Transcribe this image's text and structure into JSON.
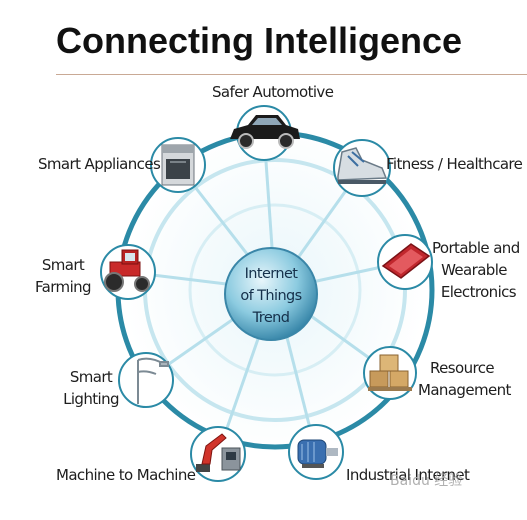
{
  "title": "Connecting Intelligence",
  "center": {
    "lines": [
      "Internet",
      "of Things",
      "Trend"
    ]
  },
  "nodes": [
    {
      "id": "automotive",
      "label": "Safer Automotive",
      "icon": "car-icon"
    },
    {
      "id": "fitness",
      "label": "Fitness / Healthcare",
      "icon": "sneaker-icon"
    },
    {
      "id": "wearable",
      "lines": [
        "Portable and",
        "Wearable",
        "Electronics"
      ],
      "icon": "tablet-icon"
    },
    {
      "id": "resource",
      "lines": [
        "Resource",
        "Management"
      ],
      "icon": "boxes-icon"
    },
    {
      "id": "industrial",
      "label": "Industrial Internet",
      "icon": "motor-icon"
    },
    {
      "id": "m2m",
      "label": "Machine to Machine",
      "icon": "robot-arm-icon"
    },
    {
      "id": "lighting",
      "lines": [
        "Smart",
        "Lighting"
      ],
      "icon": "street-lamp-icon"
    },
    {
      "id": "farming",
      "lines": [
        "Smart",
        "Farming"
      ],
      "icon": "tractor-icon"
    },
    {
      "id": "appliances",
      "label": "Smart Appliances",
      "icon": "stove-icon"
    }
  ],
  "watermark": "Baidu 经验",
  "colors": {
    "ring": "#2b8aa6",
    "spoke": "#a8d8e6",
    "globe": "#4fa5c6",
    "text": "#1e1e1e"
  }
}
